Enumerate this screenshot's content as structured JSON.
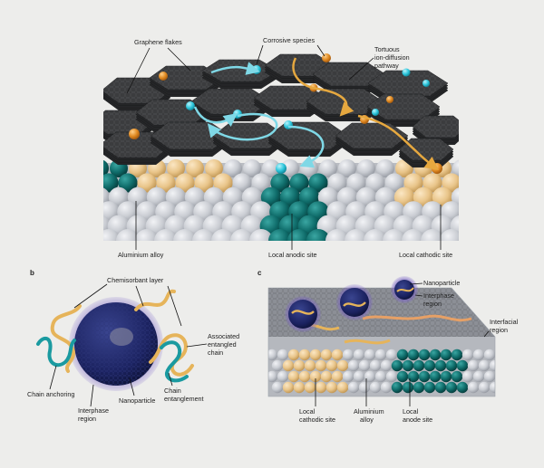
{
  "panel_a": {
    "labels": {
      "graphene_flakes": "Graphene flakes",
      "corrosive_species": "Corrosive species",
      "tortuous_line1": "Tortuous",
      "tortuous_line2": "ion-diffusion",
      "tortuous_line3": "pathway",
      "aluminium_alloy": "Aluminium alloy",
      "local_anodic_site": "Local anodic site",
      "local_cathodic_site": "Local cathodic site"
    }
  },
  "panel_b": {
    "letter": "b",
    "labels": {
      "chemisorbant_layer": "Chemisorbant layer",
      "associated_line1": "Associated",
      "associated_line2": "entangled",
      "associated_line3": "chain",
      "chain_anchoring": "Chain anchoring",
      "interphase_line1": "Interphase",
      "interphase_line2": "region",
      "nanoparticle": "Nanoparticle",
      "entanglement_line1": "Chain",
      "entanglement_line2": "entanglement"
    }
  },
  "panel_c": {
    "letter": "c",
    "labels": {
      "nanoparticle": "Nanoparticle",
      "interphase_line1": "Interphase",
      "interphase_line2": "region",
      "interfacial_line1": "Interfacial",
      "interfacial_line2": "region",
      "cathodic_line1": "Local",
      "cathodic_line2": "cathodic site",
      "alloy_line1": "Aluminium",
      "alloy_line2": "alloy",
      "anode_line1": "Local",
      "anode_line2": "anode site"
    }
  },
  "colors": {
    "background": "#ededeb",
    "flake": "#3b3c3e",
    "alloy_sphere": "#c9ccd2",
    "anodic_sphere": "#0f6c6a",
    "cathodic_sphere": "#e9c58a",
    "corrosive_species": "#2ec6dc",
    "orange_species": "#e08a22",
    "pathway_arrow": "#e6a83f",
    "nanoparticle": "#1b2260",
    "interphase": "#7a63c8"
  }
}
